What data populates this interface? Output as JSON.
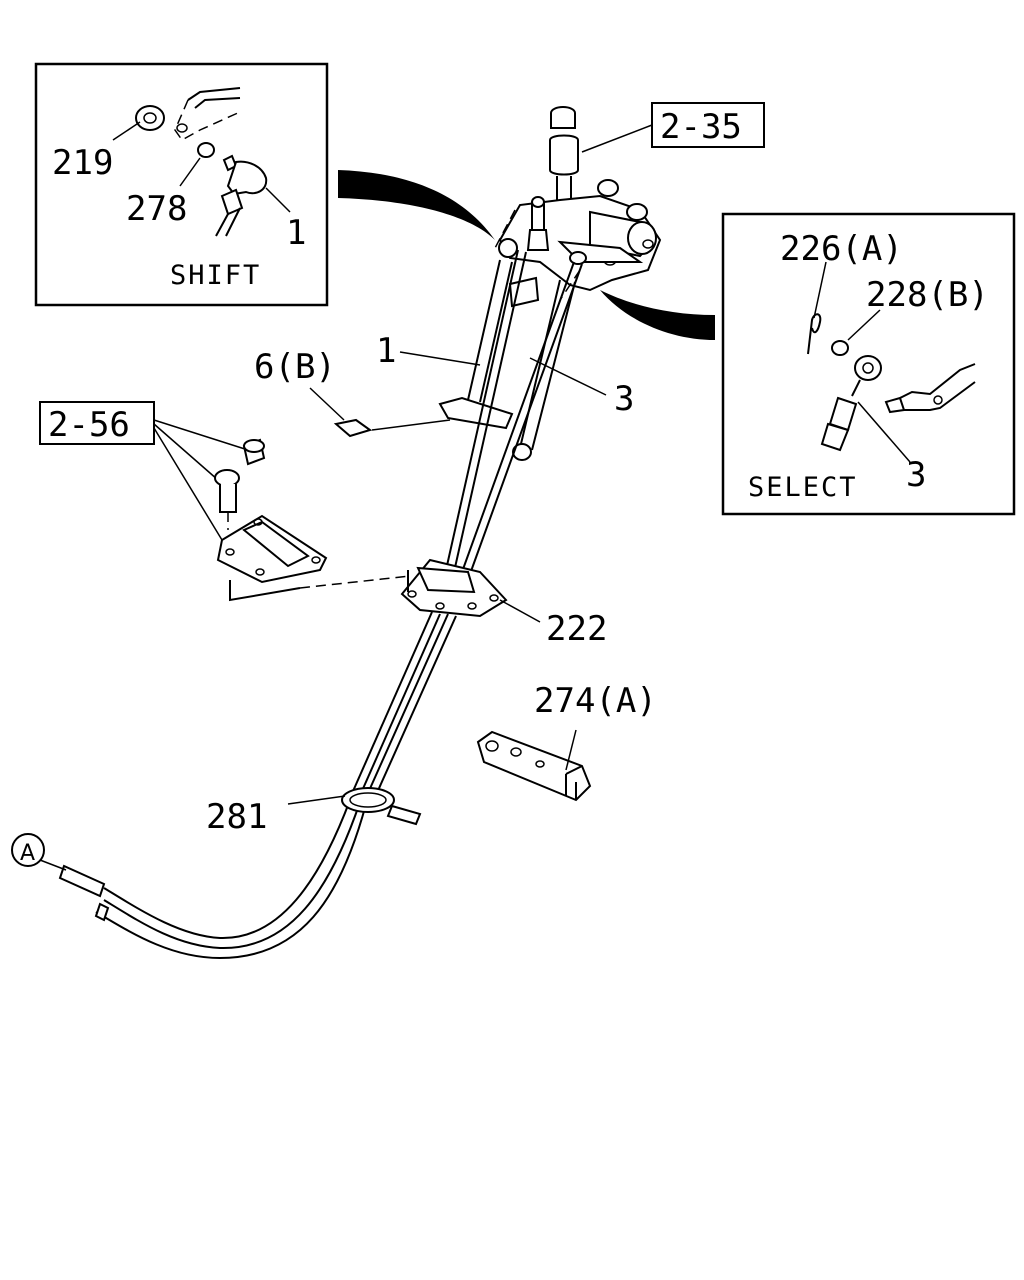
{
  "inset_shift": {
    "caption": "SHIFT",
    "labels": {
      "p219": "219",
      "p278": "278",
      "p1": "1"
    }
  },
  "inset_select": {
    "caption": "SELECT",
    "labels": {
      "p226": "226(A)",
      "p228": "228(B)",
      "p3": "3"
    }
  },
  "refs": {
    "r235": "2-35",
    "r256": "2-56"
  },
  "main": {
    "p1": "1",
    "p3": "3",
    "p6": "6(B)",
    "p222": "222",
    "p274": "274(A)",
    "p281": "281",
    "circleA": "A"
  }
}
